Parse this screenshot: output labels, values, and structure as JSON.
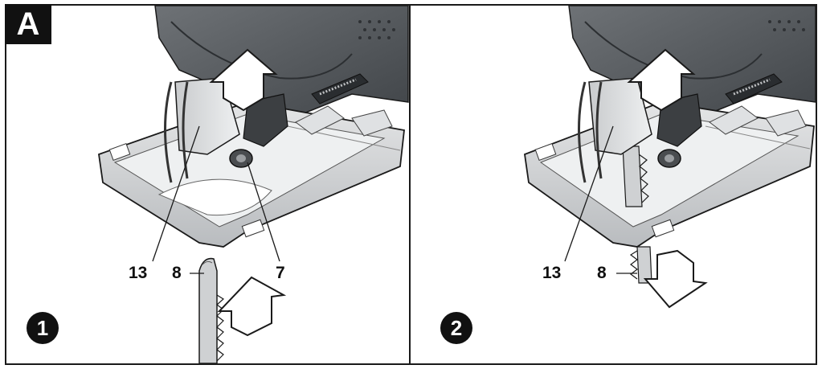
{
  "figure_badge": "A",
  "panel_1": {
    "step_number": "1",
    "callouts": {
      "guard_ref": "13",
      "blade_ref": "8",
      "lever_ref": "7"
    }
  },
  "panel_2": {
    "step_number": "2",
    "callouts": {
      "guard_ref": "13",
      "blade_ref": "8"
    }
  },
  "colors": {
    "line": "#1a1a1a",
    "body_dark": "#5b5f63",
    "body_mid": "#8d9094",
    "plate": "#d5d7d9",
    "plate_light": "#eceded",
    "arrow": "#ffffff"
  }
}
